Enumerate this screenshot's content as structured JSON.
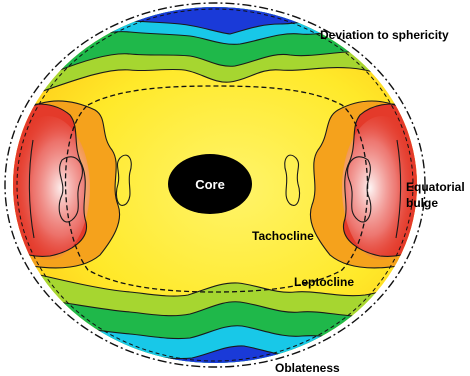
{
  "labels": {
    "core": "Core",
    "deviation": "Deviation to sphericity",
    "equatorial_line1": "Equatorial",
    "equatorial_line2": "bulge",
    "tachocline": "Tachocline",
    "leptocline": "Leptocline",
    "oblateness": "Oblateness"
  },
  "colors": {
    "outer_blue": "#1a3ad8",
    "cyan": "#18c8e8",
    "green": "#1fb84a",
    "lime": "#a6d630",
    "yellow": "#fff23a",
    "orange": "#f5a21c",
    "red": "#e43a2a",
    "core": "#000000",
    "contour": "#1a1a1a"
  }
}
